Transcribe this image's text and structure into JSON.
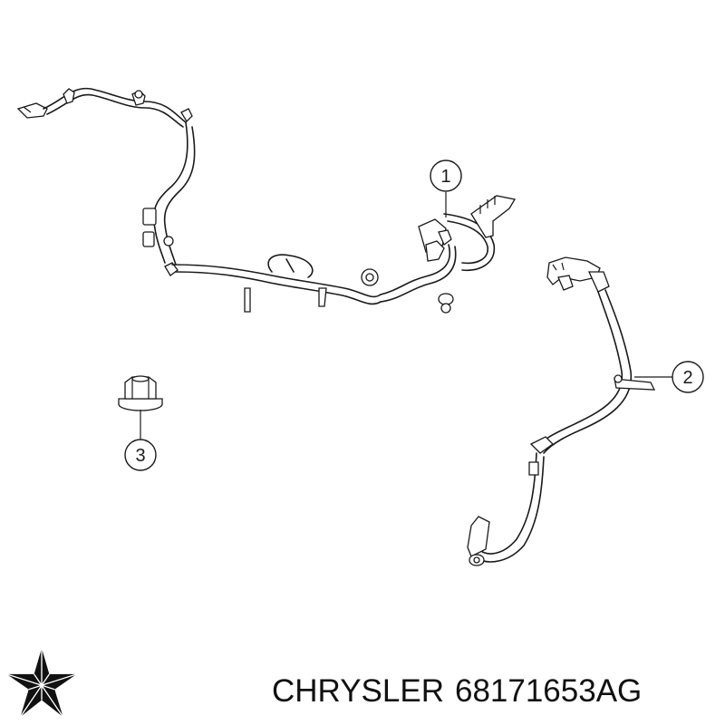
{
  "callouts": [
    {
      "id": "1",
      "label": "1"
    },
    {
      "id": "2",
      "label": "2"
    },
    {
      "id": "3",
      "label": "3"
    }
  ],
  "caption": {
    "brand": "CHRYSLER",
    "part_number": "68171653AG"
  },
  "logo": {
    "icon": "chrysler-pentastar-logo",
    "color": "#111111"
  },
  "colors": {
    "line": "#1a1a1a",
    "background": "#ffffff"
  }
}
